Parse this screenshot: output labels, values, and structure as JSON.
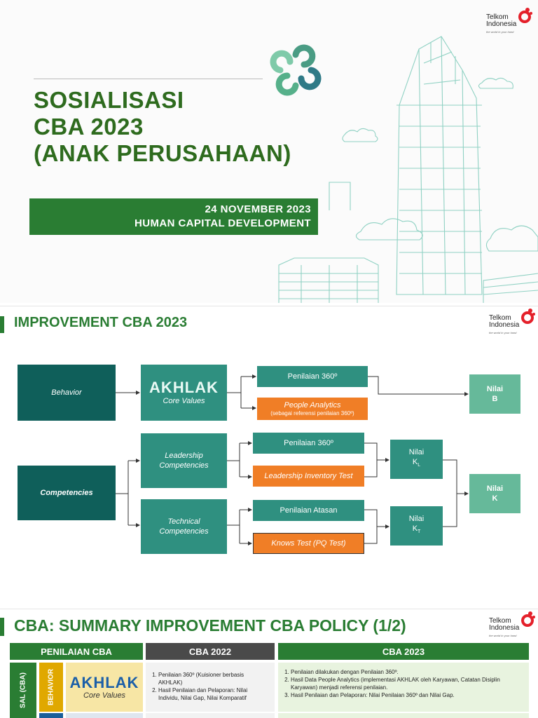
{
  "brand": {
    "name_line1": "Telkom",
    "name_line2": "Indonesia",
    "tagline": "the world in your hand"
  },
  "slide1": {
    "title_lines": [
      "SOSIALISASI",
      "CBA 2023",
      "(ANAK PERUSAHAAN)"
    ],
    "date": "24 NOVEMBER 2023",
    "department": "HUMAN CAPITAL DEVELOPMENT"
  },
  "slide2": {
    "title": "IMPROVEMENT CBA 2023",
    "behavior": "Behavior",
    "akhlak": "AKHLAK",
    "core_values": "Core Values",
    "penilaian_360_a": "Penilaian 360º",
    "people_analytics": "People Analytics",
    "people_analytics_note": "(sebagai referensi penilaian 360º)",
    "nilai_b_line1": "Nilai",
    "nilai_b_line2": "B",
    "competencies": "Competencies",
    "leadership_competencies": "Leadership Competencies",
    "penilaian_360_b": "Penilaian 360º",
    "leadership_inventory_test": "Leadership Inventory Test",
    "nilai_kl_line1": "Nilai",
    "nilai_kl_main": "K",
    "nilai_kl_sub": "L",
    "nilai_k_line1": "Nilai",
    "nilai_k_line2": "K",
    "technical_competencies": "Technical Competencies",
    "penilaian_atasan": "Penilaian Atasan",
    "knows_test": "Knows Test (PQ Test)",
    "nilai_kt_line1": "Nilai",
    "nilai_kt_main": "K",
    "nilai_kt_sub": "T"
  },
  "slide3": {
    "title": "CBA: SUMMARY IMPROVEMENT CBA POLICY (1/2)",
    "col_penilaian": "PENILAIAN CBA",
    "col_2022": "CBA 2022",
    "col_2023": "CBA 2023",
    "side_label": "SAL (CBA)",
    "behavior_label": "BEHAVIOR",
    "akhlak": "AKHLAK",
    "core_values": "Core Values",
    "cba2022_items": [
      "Penilaian 360º (Kuisioner berbasis AKHLAK)",
      "Hasil Penilaian dan Pelaporan: Nilai Individu, Nilai Gap, Nilai Komparatif"
    ],
    "cba2023_items": [
      "Penilaian dilakukan dengan Penilaian 360º.",
      "Hasil Data People Analytics (implementasi AKHLAK oleh Karyawan, Catatan Disiplin Karyawan) menjadi referensi penilaian.",
      "Hasil Penilaian dan Pelaporan: Nilai Penilaian 360º dan Nilai Gap."
    ]
  },
  "colors": {
    "brand_green": "#2a7d33",
    "dark_teal": "#0f5f5a",
    "mid_teal": "#2f9080",
    "light_teal": "#66b99a",
    "orange": "#f07e26",
    "telkom_red": "#e4202a"
  }
}
